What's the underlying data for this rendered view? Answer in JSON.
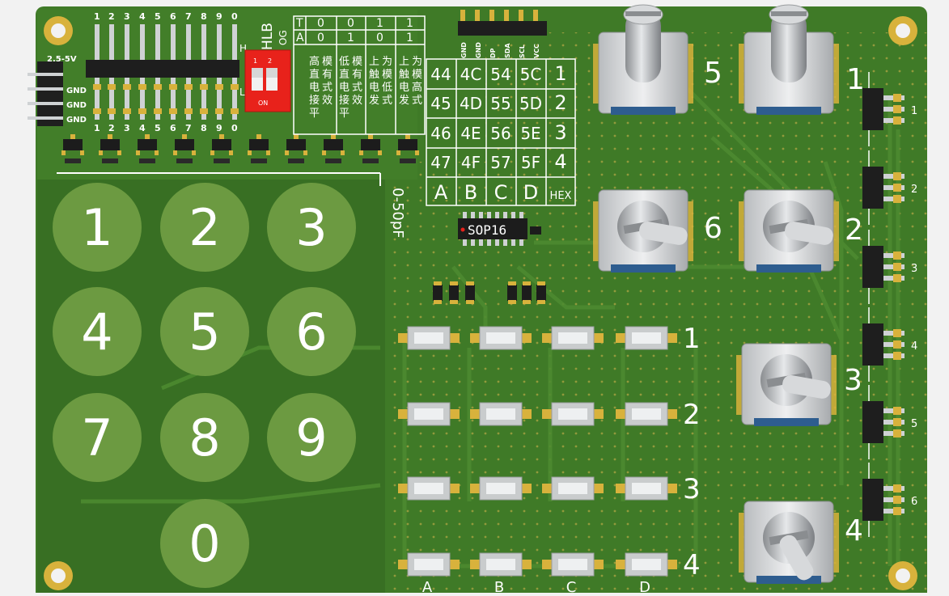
{
  "keypad": {
    "keys": [
      "1",
      "2",
      "3",
      "4",
      "5",
      "6",
      "7",
      "8",
      "9",
      "0"
    ]
  },
  "header_pins": {
    "digits_top": [
      "1",
      "2",
      "3",
      "4",
      "5",
      "6",
      "7",
      "8",
      "9",
      "0"
    ],
    "digits_bottom": [
      "1",
      "2",
      "3",
      "4",
      "5",
      "6",
      "7",
      "8",
      "9",
      "0"
    ],
    "power_label": "2.5-5V",
    "gnd_labels": [
      "GND",
      "GND",
      "GND"
    ],
    "side_label": "HLB",
    "side_sublabel": "OG",
    "dip_h": "H",
    "dip_l": "L"
  },
  "dip_switch": {
    "on_label": "ON",
    "num_labels": [
      "1",
      "2"
    ],
    "color": "#e8221b"
  },
  "mode_table": {
    "rows": [
      {
        "label": "T",
        "cells": [
          "0",
          "0",
          "1",
          "1"
        ]
      },
      {
        "label": "A",
        "cells": [
          "0",
          "1",
          "0",
          "1"
        ]
      }
    ],
    "desc": [
      "高直电接平模有式效",
      "低直电接平模有式效",
      "上触电发为模低式",
      "上触电发为模高式"
    ]
  },
  "hex_grid": {
    "rows": [
      [
        "44",
        "4C",
        "54",
        "5C",
        "1"
      ],
      [
        "45",
        "4D",
        "55",
        "5D",
        "2"
      ],
      [
        "46",
        "4E",
        "56",
        "5E",
        "3"
      ],
      [
        "47",
        "4F",
        "57",
        "5F",
        "4"
      ],
      [
        "A",
        "B",
        "C",
        "D",
        "HEX"
      ]
    ],
    "cap_label": "0-50pF"
  },
  "ic": {
    "label": "SOP16"
  },
  "i2c_header": {
    "pins": [
      "GND",
      "GND",
      "DP",
      "SDA",
      "SCL",
      "VCC"
    ]
  },
  "button_matrix": {
    "row_labels": [
      "1",
      "2",
      "3",
      "4"
    ],
    "col_labels": [
      "A",
      "B",
      "C",
      "D"
    ]
  },
  "encoders": {
    "left_labels": [
      "5",
      "6"
    ],
    "right_labels": [
      "1",
      "2",
      "3",
      "4"
    ]
  },
  "side_connectors": {
    "labels": [
      "1",
      "2",
      "3",
      "4",
      "5",
      "6"
    ]
  },
  "colors": {
    "board": "#3f7a27",
    "board_dark": "#2f6420",
    "keypad_area": "#386f23",
    "key_fill": "#6c9a41",
    "silk": "#ffffff",
    "gold": "#d8b23c",
    "button_metal": "#c9cccd"
  }
}
